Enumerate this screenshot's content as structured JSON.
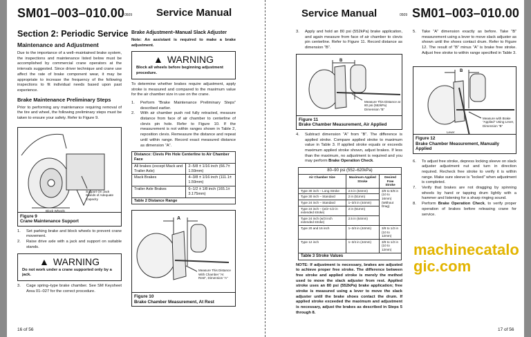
{
  "left_page": {
    "doc_number": "SM01–003–010.00",
    "date_code": "0509",
    "title": "Service Manual",
    "section_heading": "Section 2:  Periodic Service",
    "maint_heading": "Maintenance and Adjustment",
    "maint_para": "Due to the importance of a well–maintained brake system, the inspections and maintenance listed below must be accomplished by commercial crane operators at the intervals suggested. Since driver technique and crane use affect the rate of brake component wear, it may be appropriate to increase the frequency of the following inspections to fit individual needs based upon past experience.",
    "prelim_heading": "Brake Maintenance Preliminary Steps",
    "prelim_para": "Prior to performing any maintenance requiring removal of the tire and wheel, the following preliminary steps must be taken to ensure your safety.  Refer to Figure 9.",
    "figure9": {
      "label_support": "Support On Jack Stands of Adequate Capacity",
      "label_block": "Block Wheels",
      "caption_num": "Figure 9",
      "caption_title": "Crane Maintenance Support"
    },
    "prelim_steps": [
      {
        "n": "1.",
        "text": "Set parking brake and block wheels to prevent crane movement."
      },
      {
        "n": "2.",
        "text": "Raise drive axle with a jack and support on suitable stands."
      }
    ],
    "warning1": {
      "title": "WARNING",
      "message": "Do not work under a crane supported only by a jack."
    },
    "step3": {
      "n": "3.",
      "text": "Cage spring–type brake chamber.  See SM Keysheet Area 01–027 for the correct procedure."
    },
    "adj_heading": "Brake Adjustment–Manual Slack Adjuster",
    "note": "Note:  An assistant is required to make a brake adjustment.",
    "warning2": {
      "title": "WARNING",
      "message": "Block all wheels before beginning adjustment procedure."
    },
    "adj_para": "To determine whether brakes require adjustment, apply stroke is measured and compared to the maximum value for the air chamber size in use on the crane.",
    "adj_steps": [
      {
        "n": "1.",
        "text": "Perform “Brake Maintenance Preliminary Steps” described earlier."
      },
      {
        "n": "2.",
        "text": "With air chamber push rod fully retracted, measure distance from face of air chamber to centerline of clevis pin hole. Refer to Figure 10. If the measurement is not within ranges shown in Table 2, reposition clevis. Remeasure the distance and repeat until within range. Record exact measured distance as dimension “A”."
      }
    ],
    "table2": {
      "header": "Distance:  Clevis Pin Hole Centerline to Air Chamber Face",
      "rows": [
        {
          "brake": "All brakes (except Mack and Trailer Axle)",
          "range": "2–5/8 ± 1/16 inch (66.7± 1.59mm)"
        },
        {
          "brake": "Mack Brakes",
          "range": "4–3/8 ± 1/16 inch (111.1± 1.59mm)"
        },
        {
          "brake": "Trailer Axle Brakes",
          "range": "6–1/2 ± 1/8 inch (165.1± 3.175mm)"
        }
      ],
      "caption": "Table 2 Distance Range"
    },
    "figure10": {
      "dim": "A",
      "label": "Measure This Distance With Chamber “At Rest”, Dimension “A”",
      "caption_num": "Figure 10",
      "caption_title": "Brake Chamber Measurement, At Rest"
    },
    "page_num": "16 of 56"
  },
  "right_page": {
    "title": "Service Manual",
    "date_code": "0509",
    "doc_number": "SM01–003–010.00",
    "step3": {
      "n": "3.",
      "text": "Apply and hold an 80 psi (552kPa) brake application, and again measure from face of air chamber to clevis pin centerline.  Refer to Figure 11.  Record distance as dimension “B”."
    },
    "figure11": {
      "dim": "B",
      "label": "Measure This Distance at 80 psi (552kPa) Dimension “B”",
      "caption_num": "Figure 11",
      "caption_title": "Brake Chamber Measurement, Air Applied"
    },
    "step4": {
      "n": "4.",
      "text": "Subtract dimension “A” from “B”.  The difference is applied stroke.  Compare applied stroke to maximum value in Table 3.  If applied stroke equals or exceeds maximum applied stroke shown, adjust brakes.  If less than the maximum, no adjustment is required and you may perform ",
      "bold": "Brake Operation Check",
      "end": "."
    },
    "table3": {
      "pressure": "80–90 psi (552–620kPa)",
      "headers": [
        "Air Chamber Size",
        "Maximum Applied Stroke",
        "Desired Free Stroke"
      ],
      "rows": [
        {
          "size": "Type 30 inch – Long Stroke",
          "max": "2.5 in (64mm)"
        },
        {
          "size": "Type 30 inch – Standard",
          "max": "2 in (51mm)"
        },
        {
          "size": "Type 24 inch – Standard",
          "max": "1–3/4 in (44mm)"
        },
        {
          "size": "Type 24 inch – (w/2–1/2 in extended stroke)",
          "max": "2 in (51mm)"
        },
        {
          "size": "Type 24 inch (w/3 inch extended stroke)",
          "max": "2.5 in (64mm)"
        },
        {
          "size": "Type 20 and 16 inch",
          "max": "1–3/4 in (44mm)",
          "free": "3/8 to 1/2 in (10 to 12mm)"
        },
        {
          "size": "Type 12 inch",
          "max": "1–3/4 in (44mm)",
          "free": "3/8 to 1/2 in (10 to 12mm)"
        }
      ],
      "free_group": "3/8 to 5/8 in (10 to 16mm) (Without Drag)",
      "caption": "Table 3 Stroke Values"
    },
    "note": "NOTE:  If adjustment is necessary, brakes are adjusted to achieve proper free stroke. The difference between free stroke and applied stroke is merely the method used to move the slack adjuster from rest.  Applied stroke uses an 80 psi (552kPa) brake application; free stroke is measured using a lever to move the slack adjuster until the brake shoes contact the drum.  If applied stroke exceeded the maximum and adjustment is necessary, adjust the brakes as described in Steps 5 through 8.",
    "step5": {
      "n": "5.",
      "text": "Take “A” dimension exactly as before.  Take “B” measurement using a lever to move slack adjuster as shown until the shoes contact drum.  Refer to Figure 12.  The result of “B” minus “A” is brake free stroke.  Adjust free stroke to within range specified in Table 3."
    },
    "figure12": {
      "dim": "B",
      "label_measure": "Measure with Brake “Applied” Using Lever, Dimension “B”",
      "label_lever": "Lever",
      "caption_num": "Figure 12",
      "caption_title": "Brake Chamber Measurement, Manually Applied"
    },
    "steps": [
      {
        "n": "6.",
        "text": "To adjust free stroke, depress locking sleeve on slack adjuster adjustment nut and turn in direction required.  Recheck free stroke to verify it is within range.  Make sure sleeve is “locked” when adjustment is completed."
      },
      {
        "n": "7.",
        "text": "Verify that brakes are not dragging by spinning wheels by hand or tapping drum lightly with a hammer and listening for a sharp ringing sound."
      }
    ],
    "step8": {
      "n": "8.",
      "pre": "Perform ",
      "bold": "Brake Operation Check",
      "text": ", to verify proper operation of brakes before releasing crane for service."
    },
    "page_num": "17 of 56"
  },
  "watermark": "machinecatalogic.com"
}
